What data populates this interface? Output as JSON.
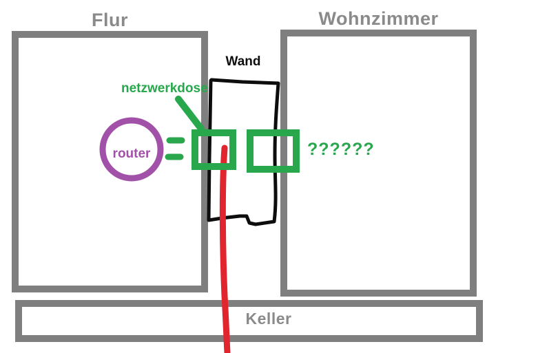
{
  "colors": {
    "room_gray": "#7f7f7f",
    "label_gray": "#8a8a8a",
    "green": "#28a74c",
    "purple": "#a251a8",
    "red": "#e1252e",
    "black": "#0d0d0d"
  },
  "rooms": [
    {
      "id": "flur",
      "label": "Flur"
    },
    {
      "id": "wohnzimmer",
      "label": "Wohnzimmer"
    },
    {
      "id": "keller",
      "label": "Keller"
    }
  ],
  "annotations": {
    "wall_label": "Wand",
    "router_label": "router",
    "socket_label": "netzwerkdose",
    "unknown_socket_label": "??????"
  }
}
